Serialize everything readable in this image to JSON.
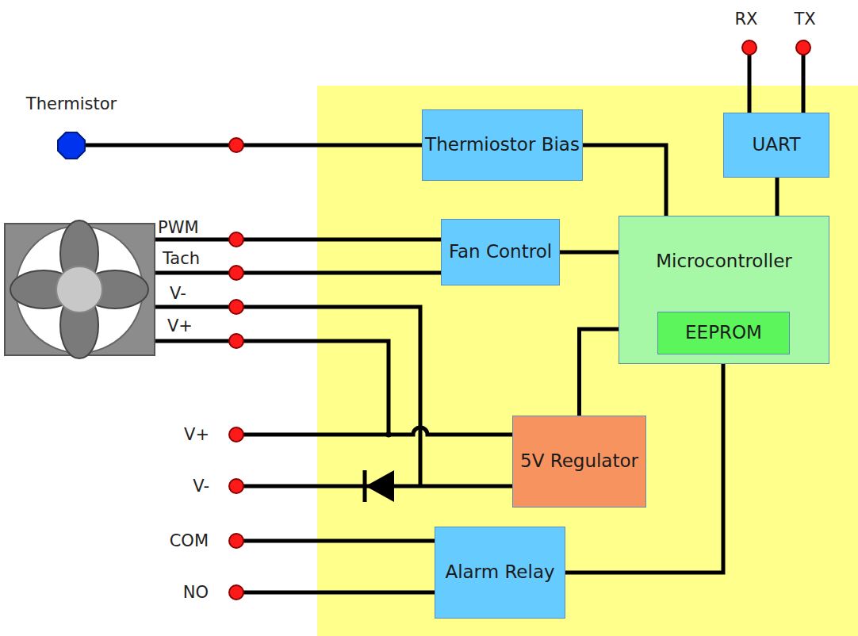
{
  "diagram": {
    "nodes": [
      {
        "text": [
          "Thermiostor Bias"
        ]
      },
      {
        "text": [
          "UART"
        ]
      },
      {
        "text": [
          "Fan Control"
        ]
      },
      {
        "text": [
          "Microcontroller"
        ]
      },
      {
        "text": [
          "EEPROM"
        ],
        "in": 3
      },
      {
        "text": [
          "5V Regulator"
        ]
      },
      {
        "text": [
          "Alarm Relay"
        ]
      }
    ],
    "edges": [
      {
        "from": 0,
        "to": 3,
        "arrow": "none"
      },
      {
        "from": 1,
        "to": 3,
        "arrow": "none"
      },
      {
        "from": 2,
        "to": 3,
        "arrow": "none"
      },
      {
        "from": 5,
        "to": 3,
        "arrow": "none"
      },
      {
        "from": 3,
        "to": 6,
        "arrow": "none"
      }
    ],
    "labels": [
      "Thermistor",
      "RX",
      "TX",
      "PWM",
      "Tach",
      "V-",
      "V+",
      "V+",
      "V-",
      "COM",
      "NO"
    ]
  }
}
